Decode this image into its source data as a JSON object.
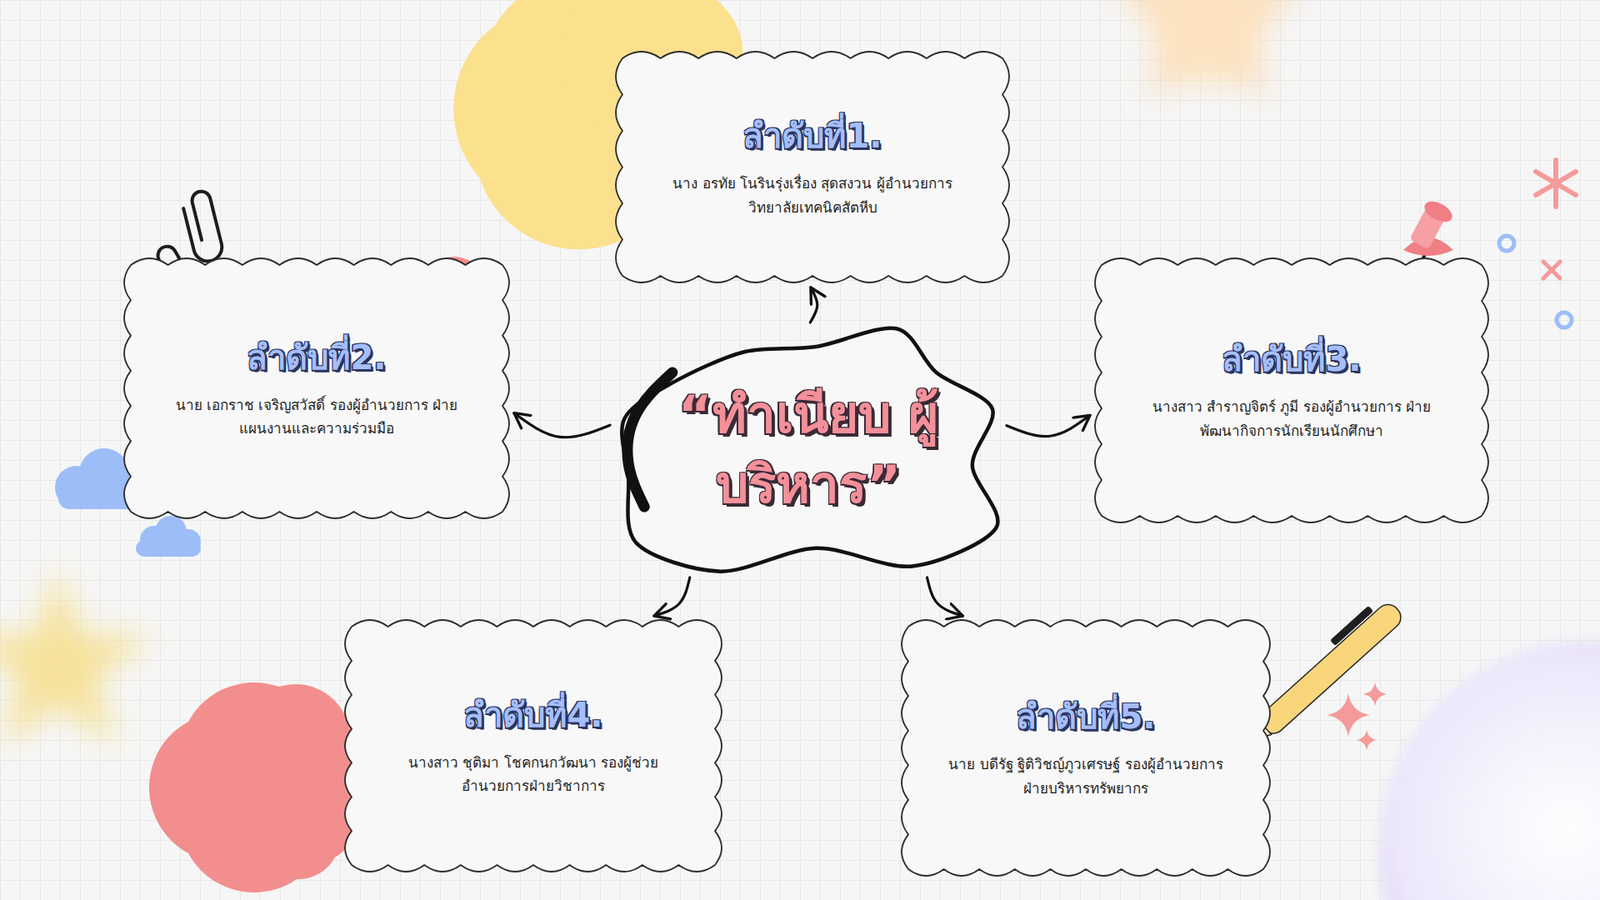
{
  "diagram": {
    "nodes": [
      {
        "text": [
          "“ทำเนียบ ผู้บริหาร”"
        ]
      },
      {
        "text": [
          "ลำดับที่1.",
          "นาง อรทัย โนรินรุ่งเรื่อง สุดสงวน ผู้อำนวยการวิทยาลัยเทคนิคสัตหีบ"
        ]
      },
      {
        "text": [
          "ลำดับที่2.",
          "นาย เอกราช เจริญสวัสดิ์ รองผู้อำนวยการ ฝ่ายแผนงานและความร่วมมือ"
        ]
      },
      {
        "text": [
          "ลำดับที่3.",
          "นางสาว สำราญจิตร์ ภูมี รองผู้อำนวยการ ฝ่ายพัฒนากิจการนักเรียนนักศึกษา"
        ]
      },
      {
        "text": [
          "ลำดับที่4.",
          "นางสาว ชุติมา โชคกนกวัฒนา รองผู้ช่วยอำนวยการฝ่ายวิชาการ"
        ]
      },
      {
        "text": [
          "ลำดับที่5.",
          "นาย บดีรัฐ ฐิติวิชญ์ภูวเศรษฐ์ รองผู้อำนวยการฝ่ายบริหารทรัพยากร"
        ]
      }
    ],
    "edges": [
      {
        "from": 0,
        "to": 1,
        "arrow": "to"
      },
      {
        "from": 0,
        "to": 2,
        "arrow": "to"
      },
      {
        "from": 0,
        "to": 3,
        "arrow": "to"
      },
      {
        "from": 0,
        "to": 4,
        "arrow": "to"
      },
      {
        "from": 0,
        "to": 5,
        "arrow": "to"
      }
    ]
  }
}
